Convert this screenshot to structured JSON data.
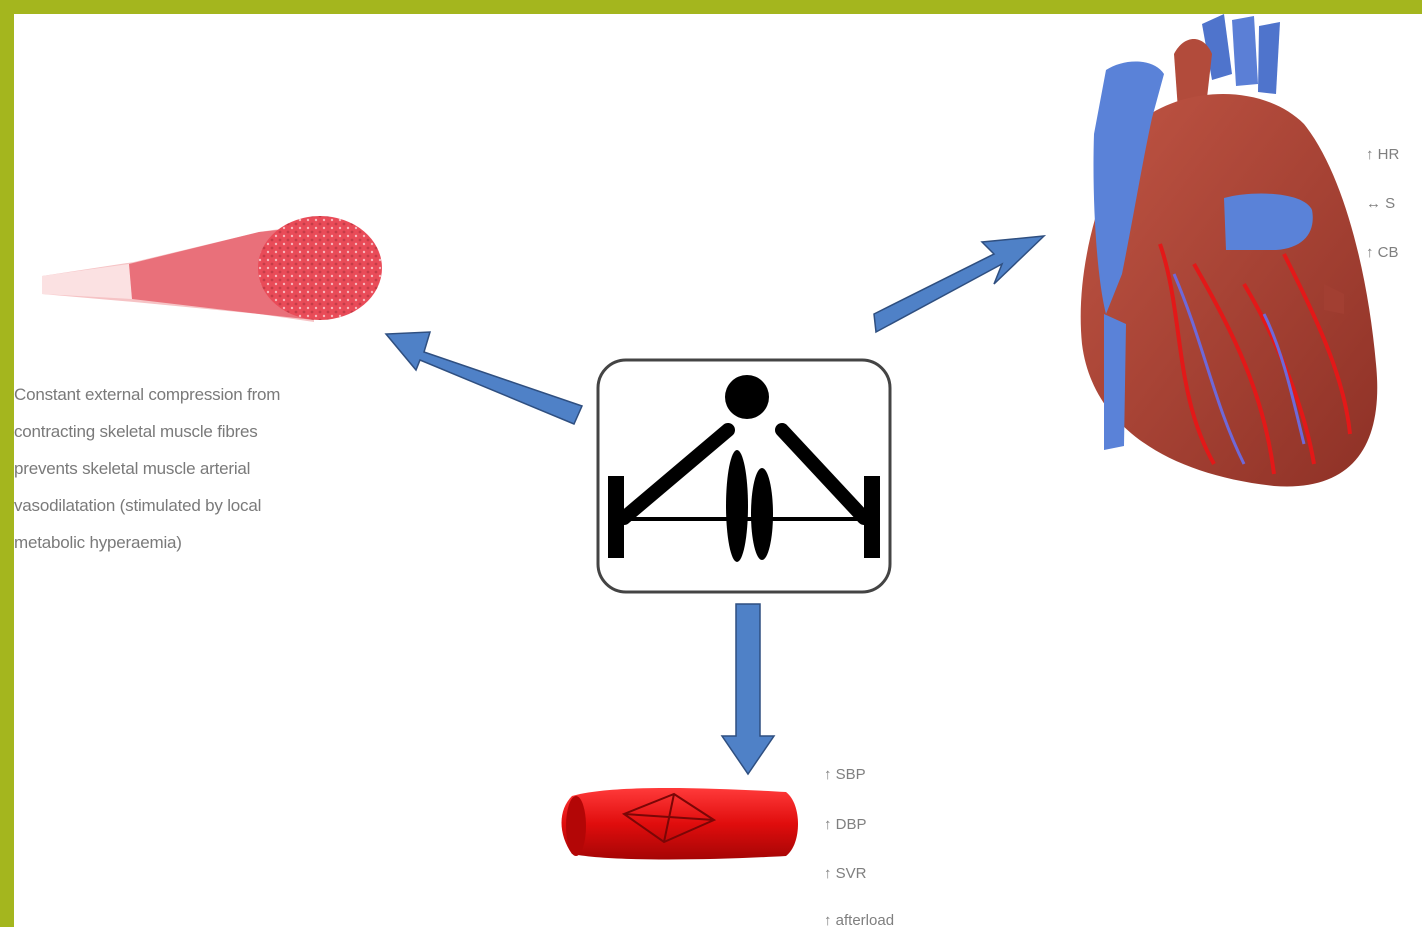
{
  "description_lines": [
    "Constant external compression from",
    "contracting skeletal muscle fibres",
    "prevents skeletal muscle arterial",
    "vasodilatation (stimulated by local",
    "metabolic hyperaemia)"
  ],
  "heart_labels": [
    "↑ HR",
    "↔ S",
    "↑ CB"
  ],
  "vessel_labels": [
    "↑ SBP",
    "↑ DBP",
    "↑ SVR",
    "↑ afterload"
  ],
  "colors": {
    "border": "#a4b61e",
    "arrow_fill": "#4f81c7",
    "arrow_stroke": "#2f4f80",
    "muscle": "#e9707a",
    "heart": "#b5483a",
    "vessel": "#e01414"
  }
}
